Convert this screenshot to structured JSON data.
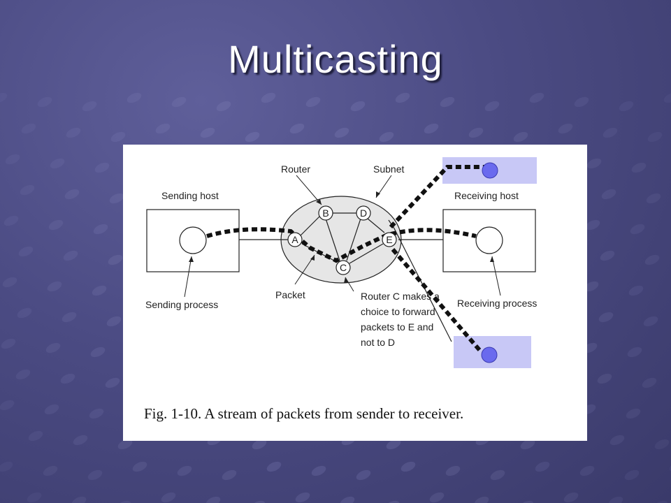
{
  "slide": {
    "title": "Multicasting"
  },
  "figure": {
    "labels": {
      "router": "Router",
      "subnet": "Subnet",
      "sending_host": "Sending host",
      "receiving_host": "Receiving host",
      "sending_process": "Sending process",
      "receiving_process": "Receiving process",
      "packet": "Packet",
      "router_c_note": [
        "Router C makes a",
        "choice to forward",
        "packets to E and",
        "not to D"
      ]
    },
    "nodes": [
      "A",
      "B",
      "C",
      "D",
      "E"
    ],
    "caption": "Fig. 1-10. A stream of packets from sender to receiver."
  },
  "colors": {
    "background": "#4b4b83",
    "title": "#ffffff",
    "overlay_box": "#c8c8f6",
    "overlay_dot": "#6a6aee",
    "subnet_fill": "#e6e6e6"
  }
}
